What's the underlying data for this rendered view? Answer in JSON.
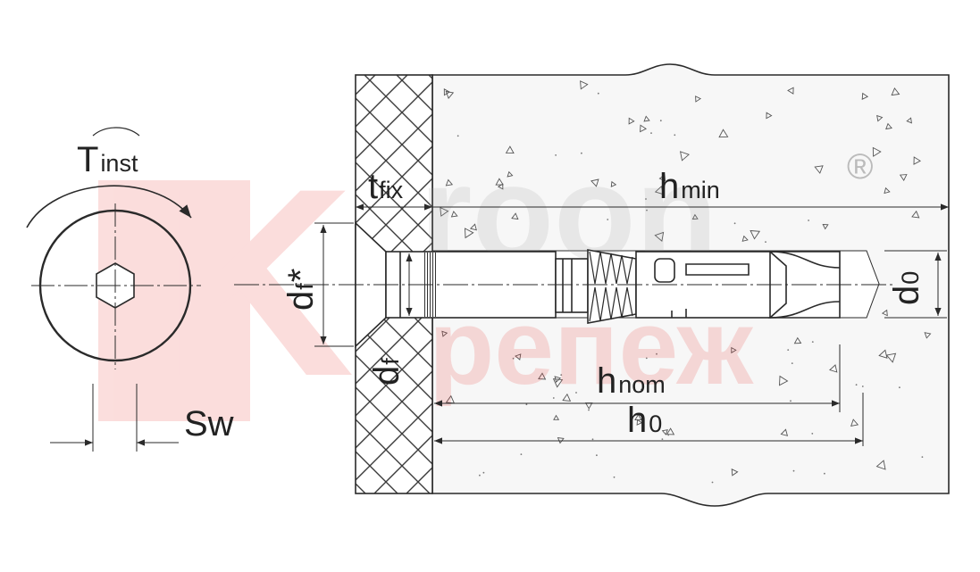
{
  "labels": {
    "tinst_main": "T",
    "tinst_sub": "inst",
    "tfix_main": "t",
    "tfix_sub": "fix",
    "hmin_main": "h",
    "hmin_sub": "min",
    "df_star_main": "d",
    "df_star_sub": "f",
    "df_star_mark": "*",
    "df_main": "d",
    "df_sub": "f",
    "d0_main": "d",
    "d0_sub": "0",
    "hnom_main": "h",
    "hnom_sub": "nom",
    "h0_main": "h",
    "h0_sub": "0",
    "sw": "Sw"
  },
  "watermark": {
    "logo_letter": "K",
    "brand_top": "roon",
    "brand_bottom": "репеж",
    "registered": "®"
  },
  "colors": {
    "line": "#2a2a2a",
    "watermark": "#e8302c",
    "concrete": "#f7f7f7",
    "hatch": "#3a3a3a"
  }
}
